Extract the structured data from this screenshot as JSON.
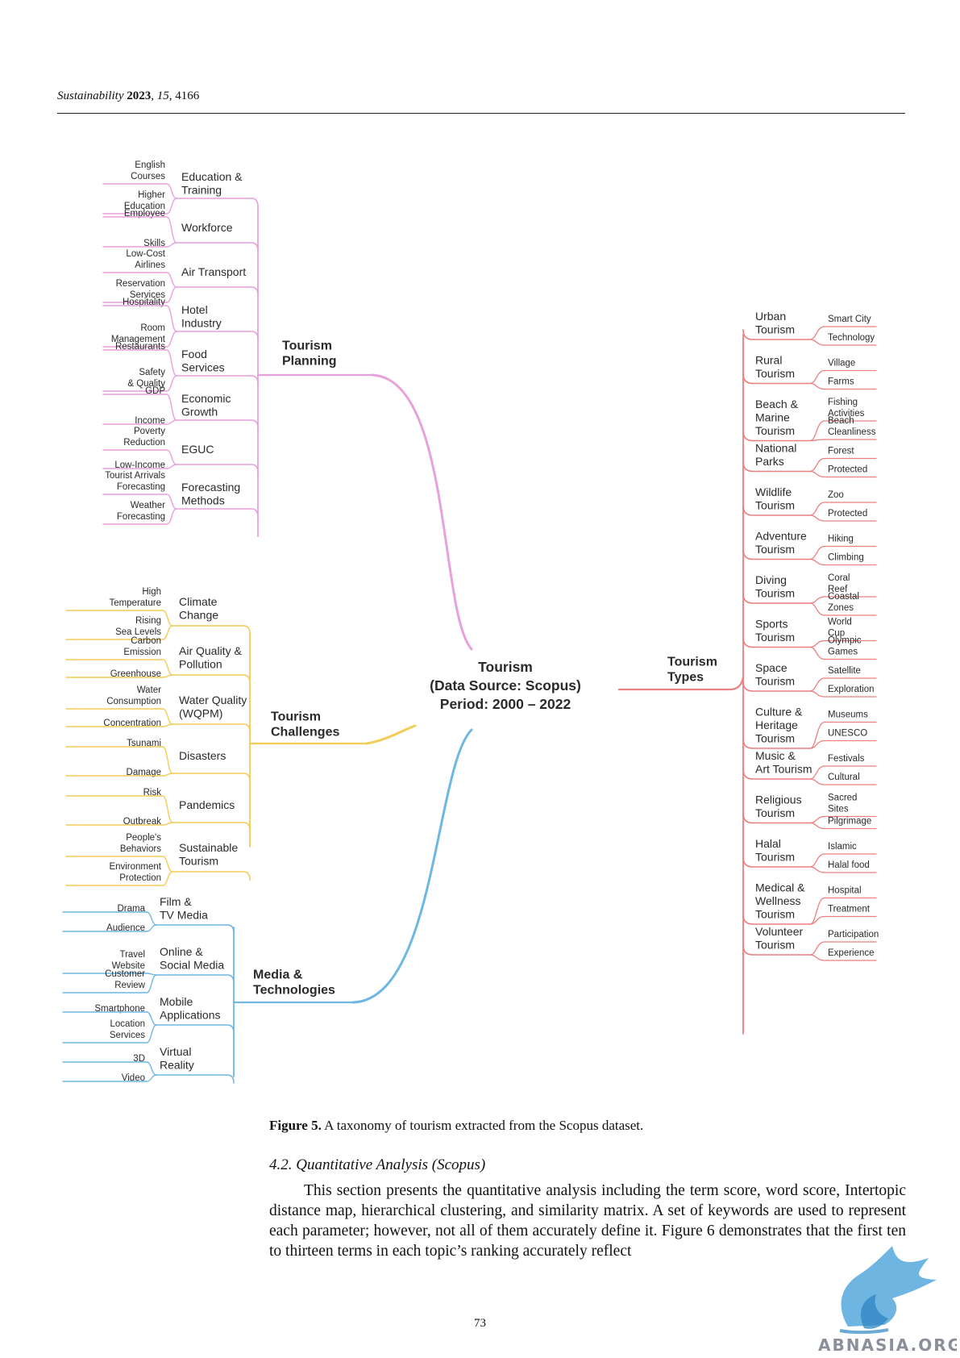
{
  "header": {
    "journal": "Sustainability",
    "year": "2023",
    "volume": "15",
    "article": "4166"
  },
  "colors": {
    "planning": "#e7a1dc",
    "challenges": "#f2cc55",
    "media": "#6fb7e3",
    "types": "#ec7f7f"
  },
  "root": [
    "Tourism",
    "(Data Source: Scopus)",
    "Period: 2000 – 2022"
  ],
  "branches": {
    "planning": {
      "label": [
        "Tourism",
        "Planning"
      ],
      "children": [
        {
          "label": [
            "Education &",
            "Training"
          ],
          "terms": [
            [
              "English",
              "Courses"
            ],
            [
              "Higher",
              "Education"
            ]
          ]
        },
        {
          "label": [
            "Workforce"
          ],
          "terms": [
            [
              "Employee"
            ],
            [
              "Skills"
            ]
          ]
        },
        {
          "label": [
            "Air Transport"
          ],
          "terms": [
            [
              "Low-Cost",
              "Airlines"
            ],
            [
              "Reservation",
              "Services"
            ]
          ]
        },
        {
          "label": [
            "Hotel",
            "Industry"
          ],
          "terms": [
            [
              "Hospitality"
            ],
            [
              "Room",
              "Management"
            ]
          ]
        },
        {
          "label": [
            "Food",
            "Services"
          ],
          "terms": [
            [
              "Restaurants"
            ],
            [
              "Safety",
              "& Quality"
            ]
          ]
        },
        {
          "label": [
            "Economic",
            "Growth"
          ],
          "terms": [
            [
              "GDP"
            ],
            [
              "Income"
            ]
          ]
        },
        {
          "label": [
            "EGUC"
          ],
          "terms": [
            [
              "Poverty",
              "Reduction"
            ],
            [
              "Low-Income"
            ]
          ]
        },
        {
          "label": [
            "Forecasting",
            "Methods"
          ],
          "terms": [
            [
              "Tourist Arrivals",
              "Forecasting"
            ],
            [
              "Weather",
              "Forecasting"
            ]
          ]
        }
      ]
    },
    "challenges": {
      "label": [
        "Tourism",
        "Challenges"
      ],
      "children": [
        {
          "label": [
            "Climate",
            "Change"
          ],
          "terms": [
            [
              "High",
              "Temperature"
            ],
            [
              "Rising",
              "Sea Levels"
            ]
          ]
        },
        {
          "label": [
            "Air Quality &",
            "Pollution"
          ],
          "terms": [
            [
              "Carbon",
              "Emission"
            ],
            [
              "Greenhouse"
            ]
          ]
        },
        {
          "label": [
            "Water Quality",
            "(WQPM)"
          ],
          "terms": [
            [
              "Water",
              "Consumption"
            ],
            [
              "Concentration"
            ]
          ]
        },
        {
          "label": [
            "Disasters"
          ],
          "terms": [
            [
              "Tsunami"
            ],
            [
              "Damage"
            ]
          ]
        },
        {
          "label": [
            "Pandemics"
          ],
          "terms": [
            [
              "Risk"
            ],
            [
              "Outbreak"
            ]
          ]
        },
        {
          "label": [
            "Sustainable",
            "Tourism"
          ],
          "terms": [
            [
              "People's",
              "Behaviors"
            ],
            [
              "Environment",
              "Protection"
            ]
          ]
        }
      ]
    },
    "media": {
      "label": [
        "Media &",
        "Technologies"
      ],
      "children": [
        {
          "label": [
            "Film &",
            "TV Media"
          ],
          "terms": [
            [
              "Drama"
            ],
            [
              "Audience"
            ]
          ]
        },
        {
          "label": [
            "Online &",
            "Social Media"
          ],
          "terms": [
            [
              "Travel",
              "Website"
            ],
            [
              "Customer",
              "Review"
            ]
          ]
        },
        {
          "label": [
            "Mobile",
            "Applications"
          ],
          "terms": [
            [
              "Smartphone"
            ],
            [
              "Location",
              "Services"
            ]
          ]
        },
        {
          "label": [
            "Virtual",
            "Reality"
          ],
          "terms": [
            [
              "3D"
            ],
            [
              "Video"
            ]
          ]
        }
      ]
    },
    "types": {
      "label": [
        "Tourism",
        "Types"
      ],
      "children": [
        {
          "label": [
            "Urban",
            "Tourism"
          ],
          "terms": [
            [
              "Smart City"
            ],
            [
              "Technology"
            ]
          ]
        },
        {
          "label": [
            "Rural",
            "Tourism"
          ],
          "terms": [
            [
              "Village"
            ],
            [
              "Farms"
            ]
          ]
        },
        {
          "label": [
            "Beach &",
            "Marine",
            "Tourism"
          ],
          "terms": [
            [
              "Fishing",
              "Activities"
            ],
            [
              "Beach",
              "Cleanliness"
            ]
          ]
        },
        {
          "label": [
            "National",
            "Parks"
          ],
          "terms": [
            [
              "Forest"
            ],
            [
              "Protected"
            ]
          ]
        },
        {
          "label": [
            "Wildlife",
            "Tourism"
          ],
          "terms": [
            [
              "Zoo"
            ],
            [
              "Protected"
            ]
          ]
        },
        {
          "label": [
            "Adventure",
            "Tourism"
          ],
          "terms": [
            [
              "Hiking"
            ],
            [
              "Climbing"
            ]
          ]
        },
        {
          "label": [
            "Diving",
            "Tourism"
          ],
          "terms": [
            [
              "Coral",
              "Reef"
            ],
            [
              "Coastal",
              "Zones"
            ]
          ]
        },
        {
          "label": [
            "Sports",
            "Tourism"
          ],
          "terms": [
            [
              "World",
              "Cup"
            ],
            [
              "Olympic",
              "Games"
            ]
          ]
        },
        {
          "label": [
            "Space",
            "Tourism"
          ],
          "terms": [
            [
              "Satellite"
            ],
            [
              "Exploration"
            ]
          ]
        },
        {
          "label": [
            "Culture &",
            "Heritage",
            "Tourism"
          ],
          "terms": [
            [
              "Museums"
            ],
            [
              "UNESCO"
            ]
          ]
        },
        {
          "label": [
            "Music &",
            "Art Tourism"
          ],
          "terms": [
            [
              "Festivals"
            ],
            [
              "Cultural"
            ]
          ]
        },
        {
          "label": [
            "Religious",
            "Tourism"
          ],
          "terms": [
            [
              "Sacred",
              "Sites"
            ],
            [
              "Pilgrimage"
            ]
          ]
        },
        {
          "label": [
            "Halal",
            "Tourism"
          ],
          "terms": [
            [
              "Islamic"
            ],
            [
              "Halal food"
            ]
          ]
        },
        {
          "label": [
            "Medical &",
            "Wellness",
            "Tourism"
          ],
          "terms": [
            [
              "Hospital"
            ],
            [
              "Treatment"
            ]
          ]
        },
        {
          "label": [
            "Volunteer",
            "Tourism"
          ],
          "terms": [
            [
              "Participation"
            ],
            [
              "Experience"
            ]
          ]
        }
      ]
    }
  },
  "caption": {
    "label": "Figure 5.",
    "text": " A taxonomy of tourism extracted from the Scopus dataset."
  },
  "section": {
    "heading": "4.2. Quantitative Analysis (Scopus)",
    "paragraph": "This section presents the quantitative analysis including the term score, word score, Intertopic distance map, hierarchical clustering, and similarity matrix. A set of keywords are used to represent each parameter; however, not all of them accurately define it. Figure 6 demonstrates that the first ten to thirteen terms in each topic’s ranking accurately reflect"
  },
  "page_number": "73",
  "watermark": {
    "text": "ABNASIA.ORG"
  }
}
